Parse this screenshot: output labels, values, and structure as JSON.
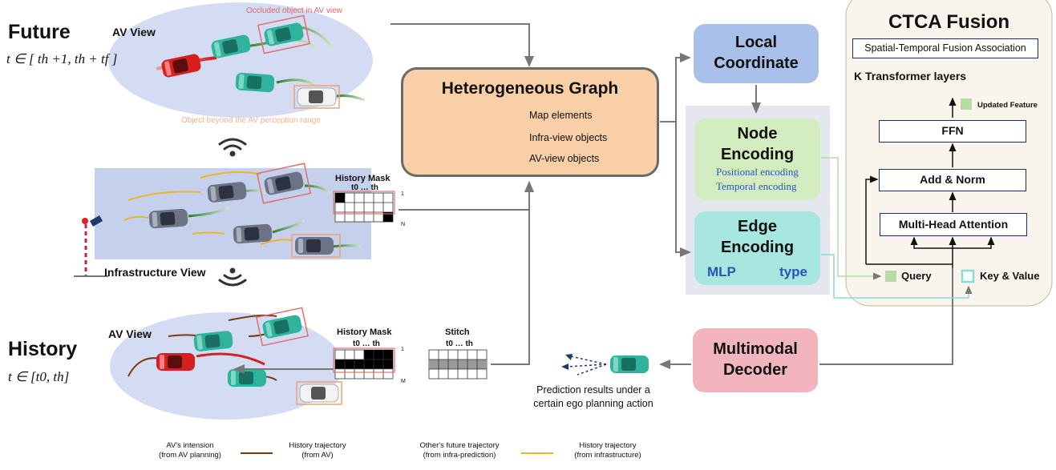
{
  "future": {
    "label": "Future",
    "time_range": "t ∈ [ th +1, th + tf ]",
    "av_view_label": "AV View",
    "occluded_note": "Occluded object in AV view",
    "beyond_note": "Object beyond the AV perception range"
  },
  "infrastructure": {
    "label": "Infrastructure View",
    "history_mask": {
      "title": "History Mask",
      "time": "t0 … th",
      "row_first": "1",
      "row_last": "N"
    }
  },
  "history": {
    "label": "History",
    "time_range": "t ∈ [t0, th]",
    "av_view_label": "AV View",
    "history_mask": {
      "title": "History Mask",
      "time": "t0 … th",
      "row_first": "1",
      "row_last": "M"
    },
    "stitch": {
      "title": "Stitch",
      "time": "t0 … th"
    }
  },
  "graph": {
    "title": "Heterogeneous Graph",
    "legend_map": "Map elements",
    "legend_infra": "Infra-view objects",
    "legend_av": "AV-view objects"
  },
  "local_coordinate": {
    "line1": "Local",
    "line2": "Coordinate"
  },
  "node_encoding": {
    "line1": "Node",
    "line2": "Encoding",
    "sub1": "Positional encoding",
    "sub2": "Temporal encoding"
  },
  "edge_encoding": {
    "line1": "Edge",
    "line2": "Encoding",
    "mlp": "MLP",
    "type": "type"
  },
  "decoder": {
    "line1": "Multimodal",
    "line2": "Decoder"
  },
  "prediction_caption": {
    "line1": "Prediction results under a",
    "line2": "certain ego planning action"
  },
  "ctca": {
    "title": "CTCA Fusion",
    "association": "Spatial-Temporal Fusion Association",
    "layers": "K Transformer layers",
    "updated_feature": "Updated Feature",
    "ffn": "FFN",
    "add_norm": "Add & Norm",
    "mha": "Multi-Head Attention",
    "query": "Query",
    "key_value": "Key & Value"
  },
  "legend": [
    {
      "line1": "AV's intension",
      "line2": "(from AV planning)",
      "color": "#d62828"
    },
    {
      "line1": "History trajectory",
      "line2": "(from AV)",
      "color": "#7a3b10"
    },
    {
      "line1": "Other's future trajectory",
      "line2": "(from infra-prediction)",
      "color": "#3f8f3a"
    },
    {
      "line1": "History trajectory",
      "line2": "(from infrastructure)",
      "color": "#f0b429"
    }
  ],
  "colors": {
    "graph_fill": "#f9cfa8",
    "local_fill": "#a9c0ea",
    "node_fill": "#d3ecc0",
    "edge_fill": "#a8e6e0",
    "decoder_fill": "#f2b4bd",
    "ctca_fill": "#faf5ec",
    "encoding_panel": "#e4e8ee"
  }
}
